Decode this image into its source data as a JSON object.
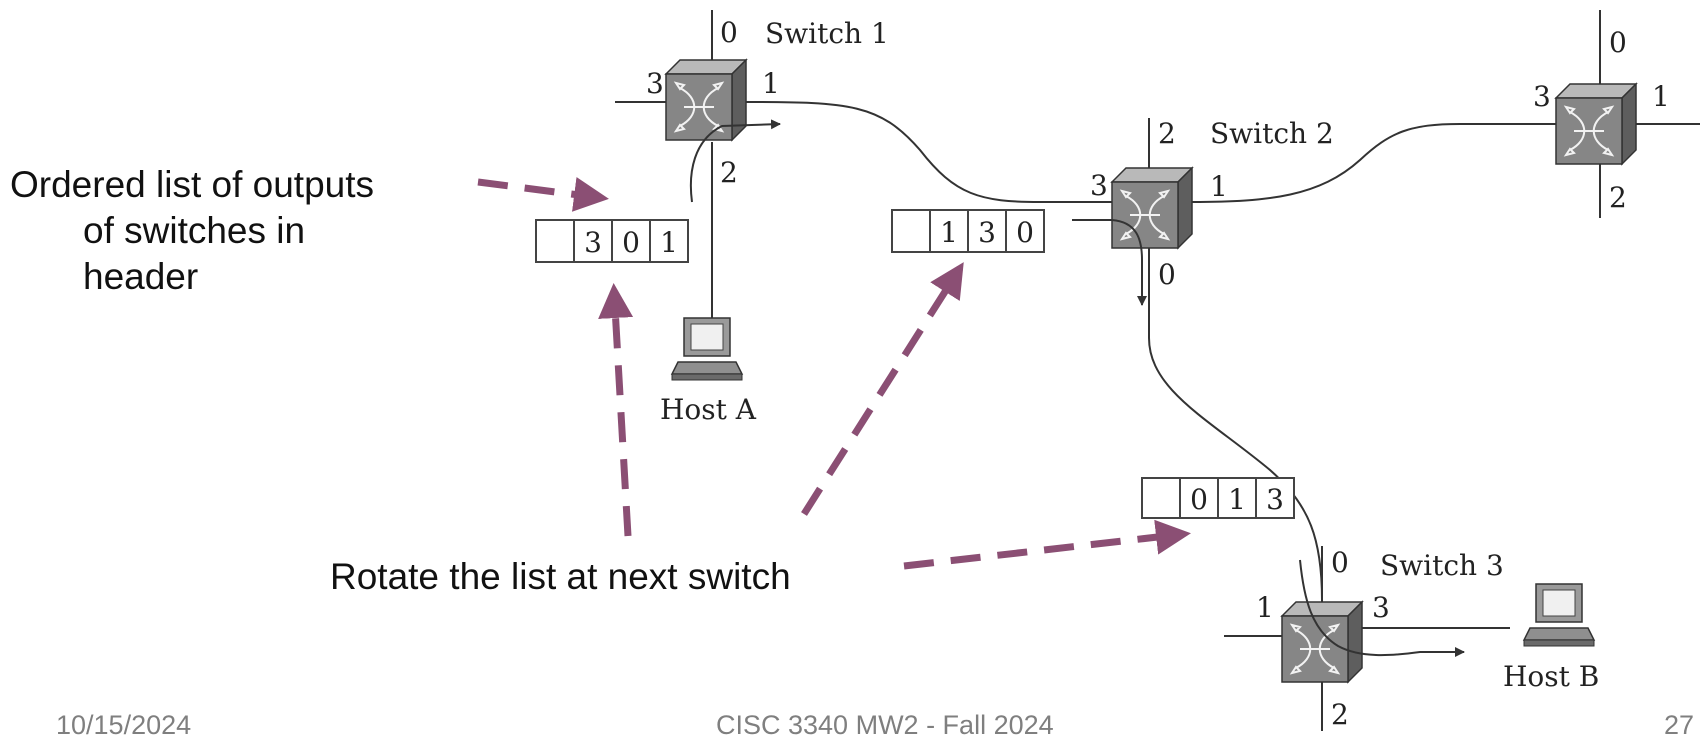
{
  "annotations": {
    "ordered_list_line1": "Ordered list of outputs",
    "ordered_list_line2": "of switches in",
    "ordered_list_line3": "header",
    "rotate": "Rotate the list at next switch"
  },
  "switches": {
    "s1": {
      "label": "Switch 1",
      "port0": "0",
      "port1": "1",
      "port2": "2",
      "port3": "3"
    },
    "s2": {
      "label": "Switch 2",
      "port0": "0",
      "port1": "1",
      "port2": "2",
      "port3": "3"
    },
    "s3": {
      "label": "Switch 3",
      "port0": "0",
      "port1": "1",
      "port2": "2",
      "port3": "3"
    },
    "s4": {
      "port0": "0",
      "port1": "1",
      "port2": "2",
      "port3": "3"
    }
  },
  "hosts": {
    "a": "Host A",
    "b": "Host B"
  },
  "headers": {
    "h1": [
      "",
      "3",
      "0",
      "1"
    ],
    "h2": [
      "",
      "1",
      "3",
      "0"
    ],
    "h3": [
      "",
      "0",
      "1",
      "3"
    ]
  },
  "footer": {
    "date": "10/15/2024",
    "course": "CISC 3340 MW2 - Fall 2024",
    "page": "27"
  },
  "colors": {
    "annotation_arrow": "#8b4f74",
    "switch_body": "#868686"
  }
}
